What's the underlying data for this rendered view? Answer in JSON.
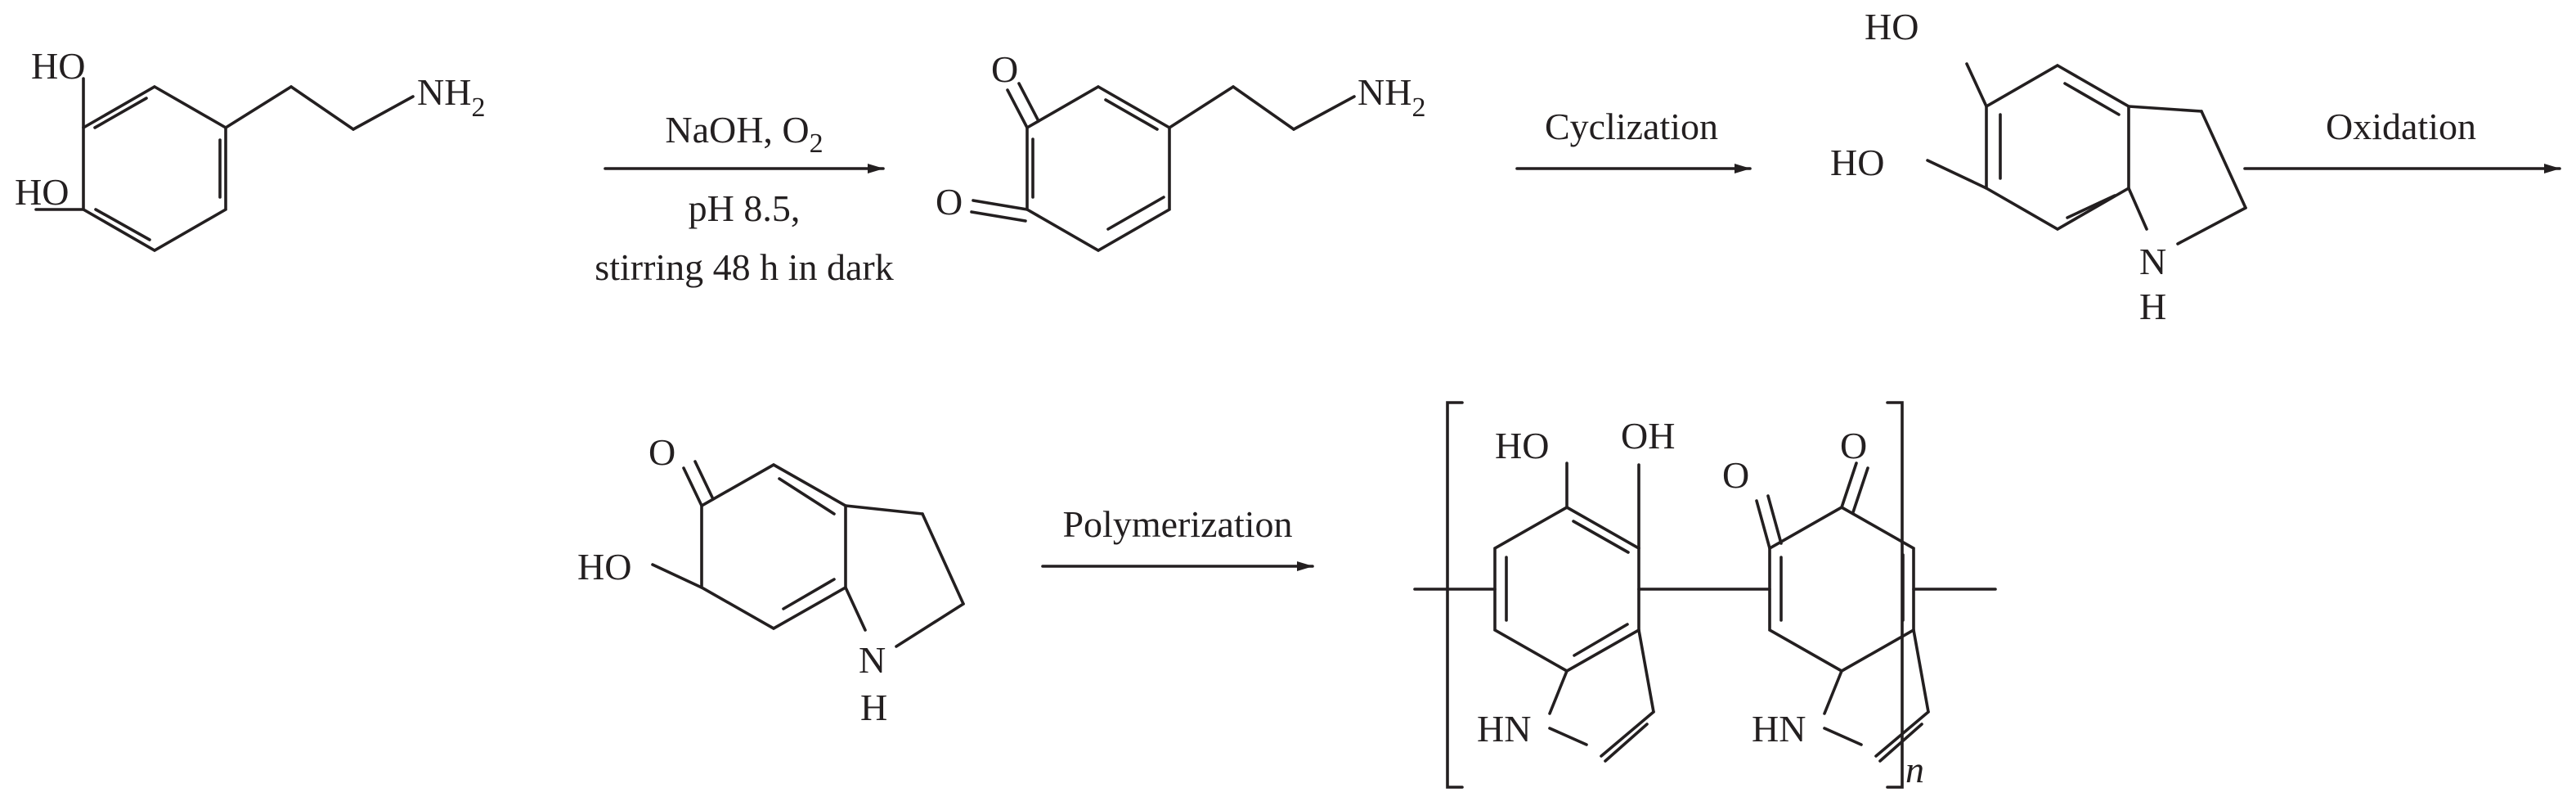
{
  "scheme": {
    "molecules": {
      "dopamine": {
        "ho_top": "HO",
        "ho_bottom": "HO",
        "amine": "NH",
        "amine_sub": "2"
      },
      "dopamine_quinone": {
        "o_top": "O",
        "o_bottom": "O",
        "amine": "NH",
        "amine_sub": "2"
      },
      "leucodopaminechrome": {
        "ho_top": "HO",
        "ho_bottom": "HO",
        "n": "N",
        "h": "H"
      },
      "dopaminechrome": {
        "o": "O",
        "ho": "HO",
        "n": "N",
        "h": "H"
      },
      "polydopamine": {
        "oh_1": "HO",
        "oh_2": "OH",
        "o_1": "O",
        "o_2": "O",
        "hn_1": "HN",
        "hn_2": "HN",
        "repeat_index": "n"
      }
    },
    "steps": [
      {
        "line_1": "NaOH, O",
        "line_1_sub": "2",
        "line_2": "pH 8.5,",
        "line_3": "stirring 48 h in dark"
      },
      {
        "label": "Cyclization"
      },
      {
        "label": "Oxidation"
      },
      {
        "label": "Polymerization"
      }
    ]
  }
}
